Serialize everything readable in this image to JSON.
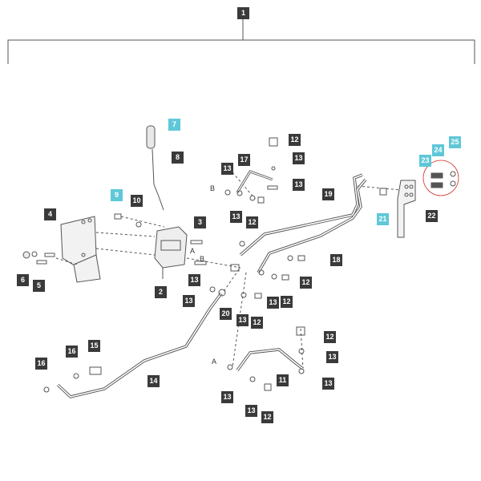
{
  "colors": {
    "callout_bg": "#3a3a3a",
    "callout_highlight_bg": "#5fc8d8",
    "callout_text": "#ffffff",
    "part_stroke": "#555555",
    "detail_ring": "#d0352b"
  },
  "callouts": {
    "c1": "1",
    "c2": "2",
    "c3": "3",
    "c4": "4",
    "c5": "5",
    "c6": "6",
    "c7": "7",
    "c8": "8",
    "c9": "9",
    "c10": "10",
    "c11": "11",
    "c12": "12",
    "c13": "13",
    "c14": "14",
    "c15": "15",
    "c16": "16",
    "c17": "17",
    "c18": "18",
    "c19": "19",
    "c20": "20",
    "c21": "21",
    "c22": "22",
    "c23": "23",
    "c24": "24",
    "c25": "25"
  },
  "connectors": {
    "a": "A",
    "b": "B"
  }
}
